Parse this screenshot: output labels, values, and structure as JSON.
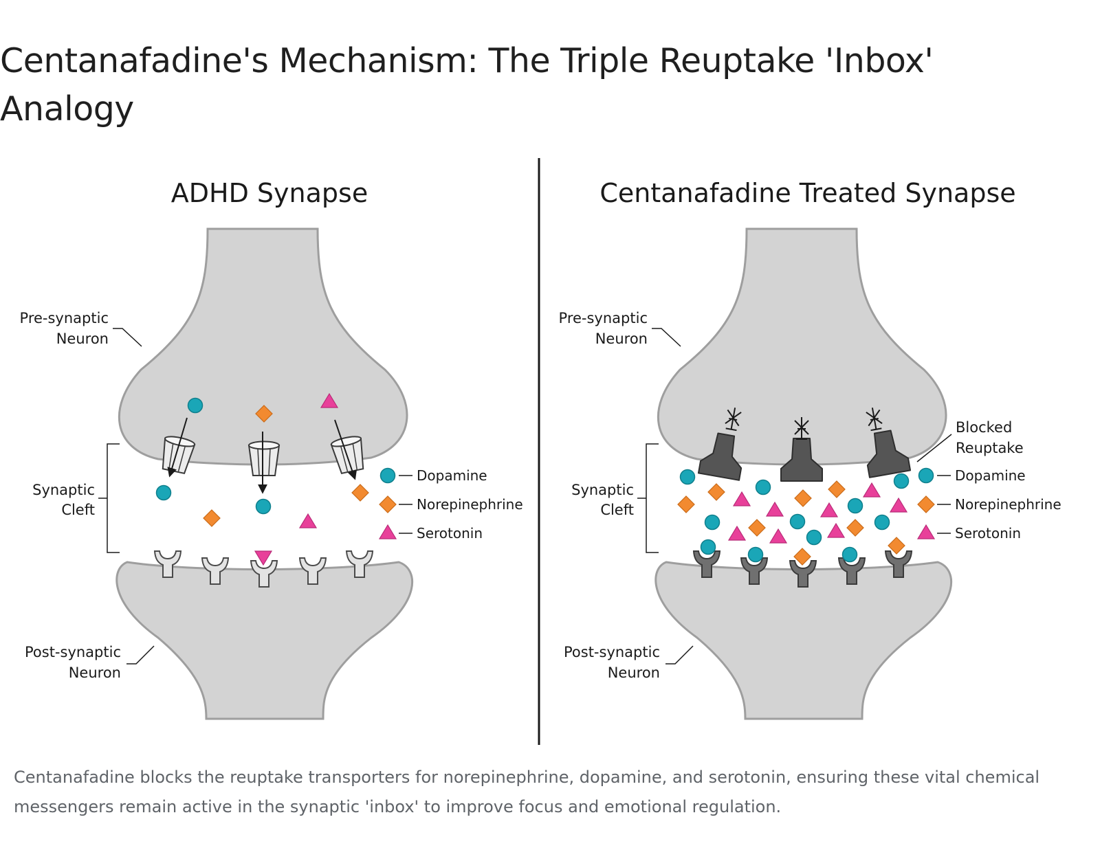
{
  "title": "Centanafadine's Mechanism: The Triple Reuptake 'Inbox' Analogy",
  "caption": "Centanafadine blocks the reuptake transporters for norepinephrine, dopamine, and serotonin, ensuring these vital chemical messengers remain active in the synaptic 'inbox' to improve focus and emotional regulation.",
  "panels": {
    "left": {
      "title": "ADHD Synapse",
      "pre_label": [
        "Pre-synaptic",
        "Neuron"
      ],
      "cleft_label": [
        "Synaptic",
        "Cleft"
      ],
      "post_label": [
        "Post-synaptic",
        "Neuron"
      ]
    },
    "right": {
      "title": "Centanafadine Treated Synapse",
      "pre_label": [
        "Pre-synaptic",
        "Neuron"
      ],
      "cleft_label": [
        "Synaptic",
        "Cleft"
      ],
      "post_label": [
        "Post-synaptic",
        "Neuron"
      ],
      "blocked_label": [
        "Blocked",
        "Reuptake"
      ]
    }
  },
  "legend": {
    "dopamine": "Dopamine",
    "norepinephrine": "Norepinephrine",
    "serotonin": "Serotonin"
  },
  "colors": {
    "dopamine": "#1aa6b7",
    "norepinephrine": "#f28a30",
    "serotonin": "#e8409a",
    "neuron_fill": "#d3d3d3",
    "neuron_stroke": "#9e9e9e",
    "blocked_transporter": "#555555"
  }
}
